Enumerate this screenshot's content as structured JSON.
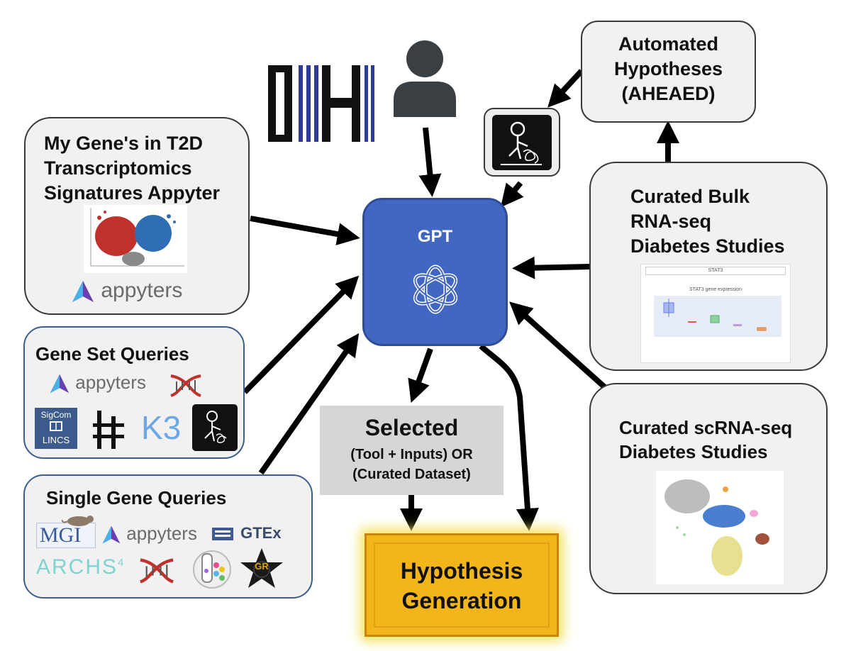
{
  "gpt": {
    "label": "GPT",
    "icon": "openai-logo-icon"
  },
  "user": {
    "icon": "user-silhouette-icon"
  },
  "d2h_logo": {
    "text": "D2H",
    "icon": "d2h-logo-icon"
  },
  "automated": {
    "title": [
      "Automated",
      "Hypotheses",
      "(AHEAED)"
    ]
  },
  "curated_bulk": {
    "title": [
      "Curated Bulk",
      "RNA-seq",
      "Diabetes Studies"
    ],
    "plot_header": "STAT3",
    "plot_title": "STAT3 gene expression"
  },
  "curated_sc": {
    "title": [
      "Curated scRNA-seq",
      "Diabetes Studies"
    ]
  },
  "my_gene": {
    "title": [
      "My Gene's in T2D",
      "Transcriptomics",
      "Signatures Appyter"
    ],
    "appyters": "appyters"
  },
  "gene_set": {
    "title": "Gene Set Queries",
    "appyters": "appyters",
    "sigcom_top": "SigCom",
    "sigcom_bottom": "LINCS",
    "k3": "K3"
  },
  "single_gene": {
    "title": "Single Gene Queries",
    "mgi": "MGI",
    "appyters": "appyters",
    "gtex": "GTEx",
    "archs4": "ARCHS",
    "archs4_sup": "4",
    "gr": "GR"
  },
  "selected": {
    "title": "Selected",
    "line1": "(Tool + Inputs) OR",
    "line2": "(Curated Dataset)"
  },
  "hypothesis": {
    "line1": "Hypothesis",
    "line2": "Generation"
  },
  "colors": {
    "gpt_blue": "#4267c3",
    "hypothesis_gold": "#f3b61a",
    "appyters_purple": "#6a3fb0"
  }
}
